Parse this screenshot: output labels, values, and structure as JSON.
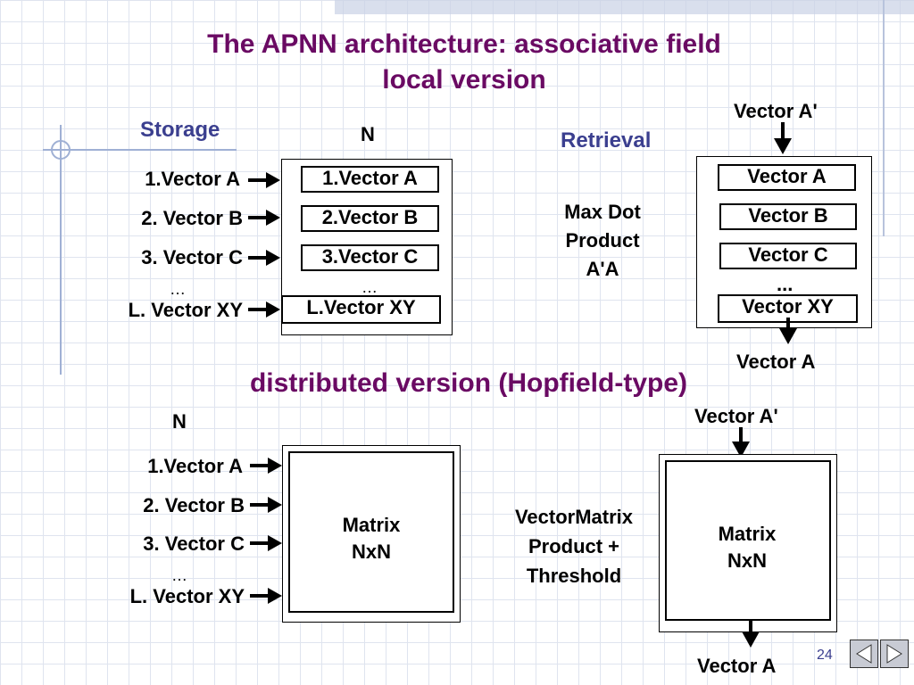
{
  "title": {
    "line1": "The APNN architecture: associative field",
    "line2": "local version"
  },
  "local": {
    "storage_heading": "Storage",
    "retrieval_heading": "Retrieval",
    "n_label": "N",
    "inputs": [
      "1.Vector A",
      "2. Vector B",
      "3. Vector C",
      "L. Vector XY"
    ],
    "ellipsis": "…",
    "stored": [
      "1.Vector A",
      "2.Vector B",
      "3.Vector C",
      "L.Vector XY"
    ],
    "operation": [
      "Max Dot",
      "Product",
      "A'A"
    ],
    "query": "Vector A'",
    "retrieved": [
      "Vector A",
      "Vector B",
      "Vector C",
      "Vector XY"
    ],
    "retrieved_ellipsis": "...",
    "output": "Vector A"
  },
  "distributed": {
    "heading": "distributed version (Hopfield-type)",
    "n_label": "N",
    "inputs": [
      "1.Vector A",
      "2. Vector B",
      "3. Vector C",
      "L. Vector XY"
    ],
    "ellipsis": "…",
    "matrix": [
      "Matrix",
      "NxN"
    ],
    "operation": [
      "VectorMatrix",
      "Product +",
      "Threshold"
    ],
    "query": "Vector A'",
    "matrix_right": [
      "Matrix",
      "NxN"
    ],
    "output": "Vector A"
  },
  "footer": {
    "page_number": "24"
  },
  "colors": {
    "title": "#6a0a63",
    "heading": "#3b3f8f",
    "grid": "#dfe4ef"
  }
}
